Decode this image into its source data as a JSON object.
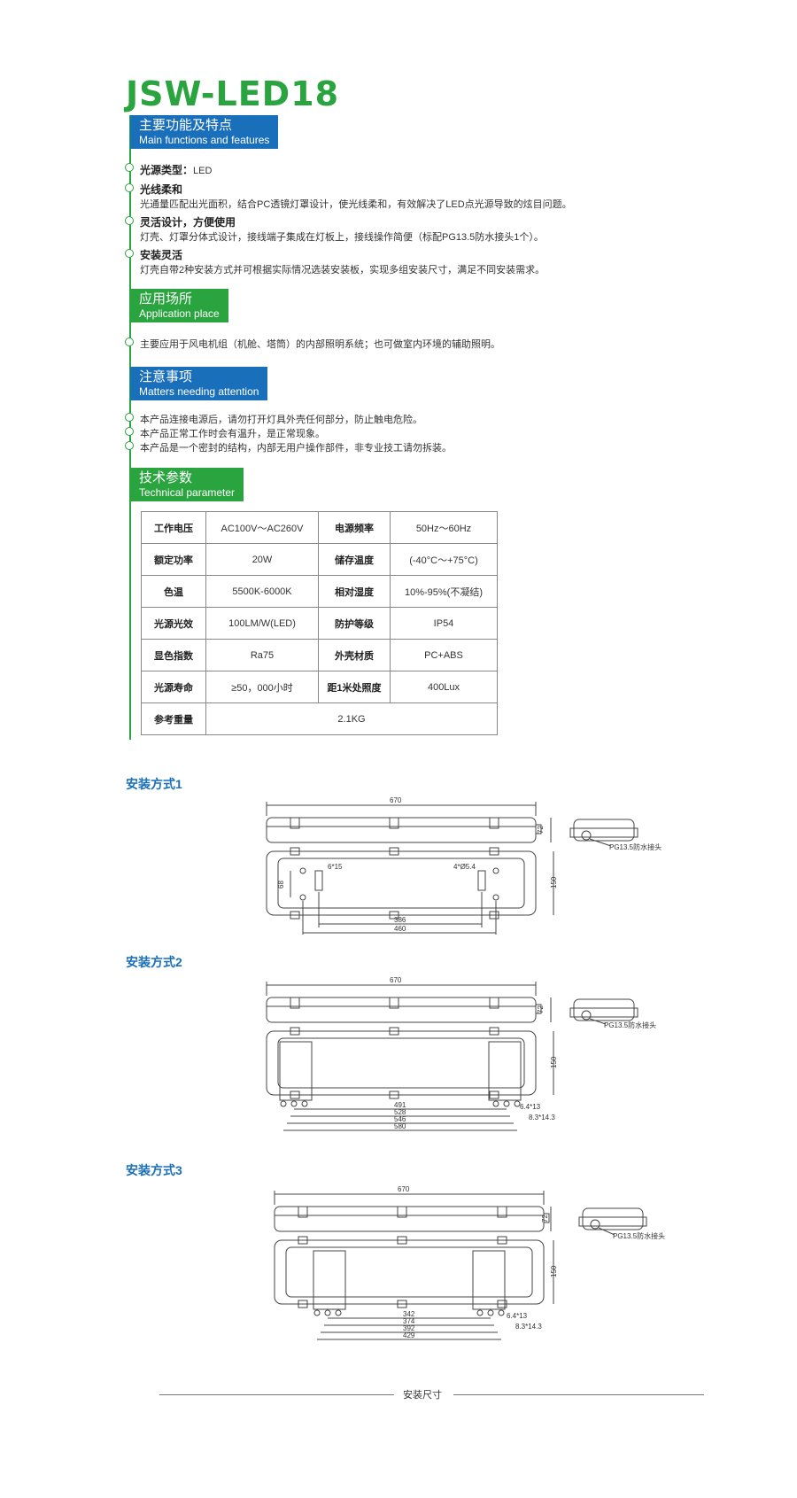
{
  "title": "JSW-LED18",
  "features": {
    "heading_cn": "主要功能及特点",
    "heading_en": "Main functions and features",
    "items": [
      {
        "label": "光源类型：",
        "value": "LED"
      },
      {
        "label": "光线柔和",
        "desc": "光通量匹配出光面积，结合PC透镜灯罩设计，使光线柔和，有效解决了LED点光源导致的炫目问题。"
      },
      {
        "label": "灵活设计，方便使用",
        "desc": "灯壳、灯罩分体式设计，接线端子集成在灯板上，接线操作简便（标配PG13.5防水接头1个）。"
      },
      {
        "label": "安装灵活",
        "desc": "灯壳自带2种安装方式并可根据实际情况选装安装板，实现多组安装尺寸，满足不同安装需求。"
      }
    ]
  },
  "application": {
    "heading_cn": "应用场所",
    "heading_en": "Application place",
    "text": "主要应用于风电机组（机舱、塔筒）的内部照明系统；也可做室内环境的辅助照明。"
  },
  "attention": {
    "heading_cn": "注意事项",
    "heading_en": "Matters needing attention",
    "items": [
      "本产品连接电源后，请勿打开灯具外壳任何部分，防止触电危险。",
      "本产品正常工作时会有温升，是正常现象。",
      "本产品是一个密封的结构，内部无用户操作部件，非专业技工请勿拆装。"
    ]
  },
  "technical": {
    "heading_cn": "技术参数",
    "heading_en": "Technical parameter",
    "rows": [
      [
        "工作电压",
        "AC100V～AC260V",
        "电源频率",
        "50Hz～60Hz"
      ],
      [
        "额定功率",
        "20W",
        "储存温度",
        "(-40°C～+75°C)"
      ],
      [
        "色温",
        "5500K-6000K",
        "相对湿度",
        "10%-95%(不凝结)"
      ],
      [
        "光源光效",
        "100LM/W(LED)",
        "防护等级",
        "IP54"
      ],
      [
        "显色指数",
        "Ra75",
        "外壳材质",
        "PC+ABS"
      ],
      [
        "光源寿命",
        "≥50，000小时",
        "距1米处照度",
        "400Lux"
      ]
    ],
    "weight_label": "参考重量",
    "weight_value": "2.1KG"
  },
  "installations": [
    {
      "title": "安装方式1",
      "dims": {
        "length": "670",
        "height": "72",
        "width": "150",
        "hole": "6*15",
        "holes": "4*Ø5.4",
        "side": "68",
        "d1": "386",
        "d2": "460",
        "connector": "PG13.5防水接头"
      }
    },
    {
      "title": "安装方式2",
      "dims": {
        "length": "670",
        "height": "72",
        "width": "150",
        "slot1": "6.4*13",
        "slot2": "8.3*14.3",
        "d1": "491",
        "d2": "528",
        "d3": "546",
        "d4": "580",
        "connector": "PG13.5防水接头"
      }
    },
    {
      "title": "安装方式3",
      "dims": {
        "length": "670",
        "height": "72",
        "width": "150",
        "slot1": "6.4*13",
        "slot2": "8.3*14.3",
        "d1": "342",
        "d2": "374",
        "d3": "392",
        "d4": "429",
        "connector": "PG13.5防水接头"
      }
    }
  ],
  "footer": "安装尺寸"
}
